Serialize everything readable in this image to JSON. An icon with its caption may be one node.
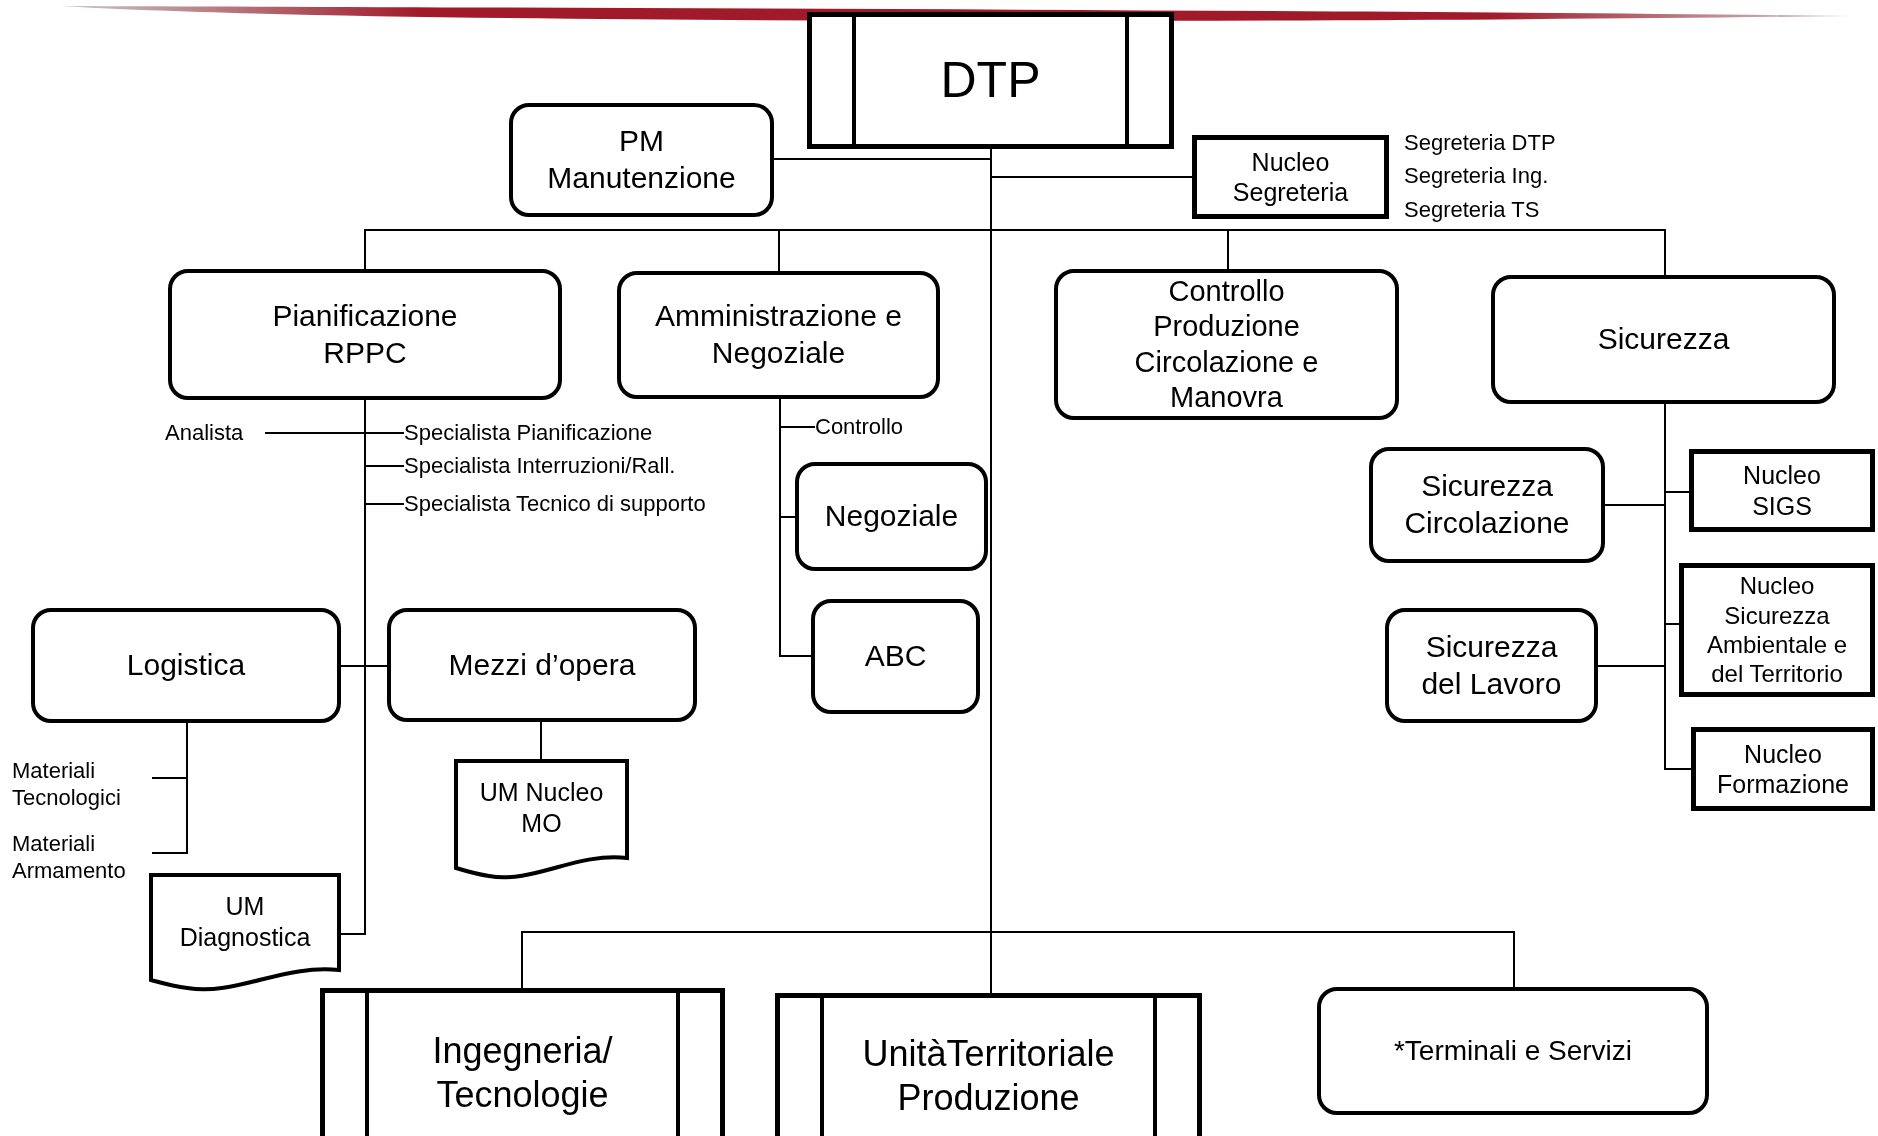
{
  "diagram": {
    "nodes": [
      {
        "text": [
          "DTP"
        ]
      },
      {
        "text": [
          "PM Manutenzione"
        ]
      },
      {
        "text": [
          "Nucleo Segreteria"
        ],
        "beside": [
          "Segreteria DTP",
          "Segreteria Ing.",
          "Segreteria TS"
        ]
      },
      {
        "text": [
          "Pianificazione RPPC"
        ]
      },
      {
        "text": [
          "Amministrazione e Negoziale"
        ]
      },
      {
        "text": [
          "Controllo Produzione Circolazione e Manovra"
        ]
      },
      {
        "text": [
          "Sicurezza"
        ]
      },
      {
        "text": [
          "Analista"
        ]
      },
      {
        "text": [
          "Specialista Pianificazione"
        ]
      },
      {
        "text": [
          "Specialista Interruzioni/Rall."
        ]
      },
      {
        "text": [
          "Specialista Tecnico di supporto"
        ]
      },
      {
        "text": [
          "Controllo"
        ]
      },
      {
        "text": [
          "Negoziale"
        ]
      },
      {
        "text": [
          "ABC"
        ]
      },
      {
        "text": [
          "Sicurezza Circolazione"
        ]
      },
      {
        "text": [
          "Nucleo SIGS"
        ]
      },
      {
        "text": [
          "Logistica"
        ]
      },
      {
        "text": [
          "Mezzi d’opera"
        ]
      },
      {
        "text": [
          "Nucleo Sicurezza Ambientale e del Territorio"
        ]
      },
      {
        "text": [
          "Sicurezza del Lavoro"
        ]
      },
      {
        "text": [
          "Nucleo Formazione"
        ]
      },
      {
        "text": [
          "Materiali Tecnologici"
        ]
      },
      {
        "text": [
          "UM Nucleo MO"
        ]
      },
      {
        "text": [
          "Materiali Armamento"
        ]
      },
      {
        "text": [
          "UM Diagnostica"
        ]
      },
      {
        "text": [
          "Ingegneria/ Tecnologie"
        ]
      },
      {
        "text": [
          "UnitàTerritoriale Produzione"
        ]
      },
      {
        "text": [
          "*Terminali e Servizi"
        ]
      }
    ],
    "edges": [
      {
        "from": 0,
        "to": 1,
        "arrow": "none"
      },
      {
        "from": 0,
        "to": 2,
        "arrow": "none"
      },
      {
        "from": 0,
        "to": 3,
        "arrow": "none"
      },
      {
        "from": 0,
        "to": 4,
        "arrow": "none"
      },
      {
        "from": 0,
        "to": 5,
        "arrow": "none"
      },
      {
        "from": 0,
        "to": 6,
        "arrow": "none"
      },
      {
        "from": 3,
        "to": 7,
        "arrow": "none"
      },
      {
        "from": 3,
        "to": 8,
        "arrow": "none"
      },
      {
        "from": 3,
        "to": 9,
        "arrow": "none"
      },
      {
        "from": 3,
        "to": 10,
        "arrow": "none"
      },
      {
        "from": 4,
        "to": 11,
        "arrow": "none"
      },
      {
        "from": 4,
        "to": 12,
        "arrow": "none"
      },
      {
        "from": 4,
        "to": 13,
        "arrow": "none"
      },
      {
        "from": 6,
        "to": 14,
        "arrow": "none"
      },
      {
        "from": 6,
        "to": 15,
        "arrow": "none"
      },
      {
        "from": 3,
        "to": 16,
        "arrow": "none"
      },
      {
        "from": 3,
        "to": 17,
        "arrow": "none"
      },
      {
        "from": 6,
        "to": 18,
        "arrow": "none"
      },
      {
        "from": 6,
        "to": 19,
        "arrow": "none"
      },
      {
        "from": 6,
        "to": 20,
        "arrow": "none"
      },
      {
        "from": 16,
        "to": 21,
        "arrow": "none"
      },
      {
        "from": 17,
        "to": 22,
        "arrow": "none"
      },
      {
        "from": 16,
        "to": 23,
        "arrow": "none"
      },
      {
        "from": 3,
        "to": 24,
        "arrow": "none"
      },
      {
        "from": 0,
        "to": 25,
        "arrow": "none"
      },
      {
        "from": 0,
        "to": 26,
        "arrow": "none"
      },
      {
        "from": 0,
        "to": 27,
        "arrow": "none"
      }
    ]
  }
}
